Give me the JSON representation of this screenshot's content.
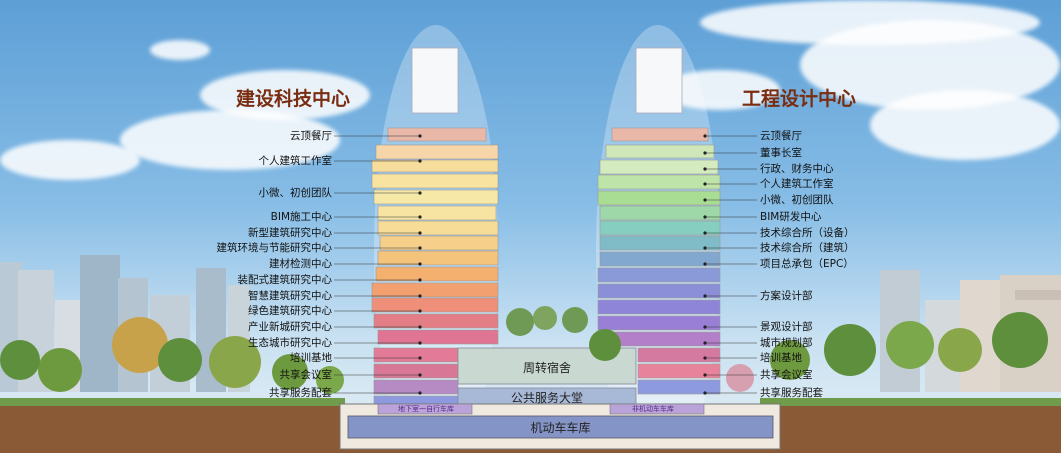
{
  "titles": {
    "left": "建设科技中心",
    "right": "工程设计中心"
  },
  "left_labels": [
    "云顶餐厅",
    "个人建筑工作室",
    "小微、初创团队",
    "BIM施工中心",
    "新型建筑研究中心",
    "建筑环境与节能研究中心",
    "建材检测中心",
    "装配式建筑研究中心",
    "智慧建筑研究中心",
    "绿色建筑研究中心",
    "产业新城研究中心",
    "生态城市研究中心",
    "培训基地",
    "共享会议室",
    "共享服务配套"
  ],
  "right_labels": [
    "云顶餐厅",
    "董事长室",
    "行政、财务中心",
    "个人建筑工作室",
    "小微、初创团队",
    "BIM研发中心",
    "技术综合所（设备）",
    "技术综合所（建筑）",
    "项目总承包（EPC）",
    "方案设计部",
    "景观设计部",
    "城市规划部",
    "培训基地",
    "共享会议室",
    "共享服务配套"
  ],
  "center_labels": {
    "dorm": "周转宿舍",
    "hall": "公共服务大堂",
    "basement_left": "地下室一自行车库",
    "basement_right": "非机动车车库",
    "garage": "机动车车库"
  },
  "colors": {
    "title": "#7a2d10",
    "sky_top": "#5d9fd6",
    "ground": "#8a5a36"
  }
}
